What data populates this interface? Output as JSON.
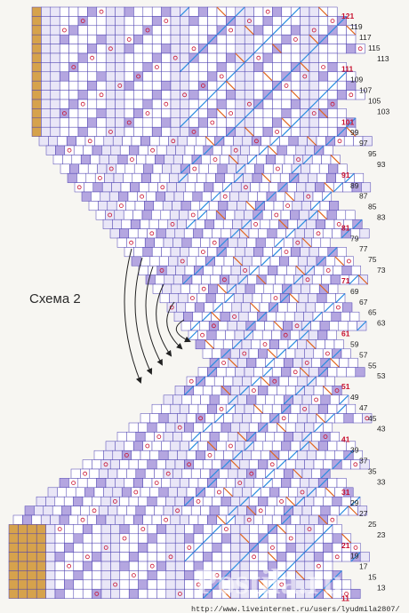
{
  "schema_label": "Схема 2",
  "row_numbers": [
    121,
    119,
    117,
    115,
    113,
    111,
    109,
    107,
    105,
    103,
    101,
    99,
    97,
    95,
    93,
    91,
    89,
    87,
    85,
    83,
    81,
    79,
    77,
    75,
    73,
    71,
    69,
    67,
    65,
    63,
    61,
    59,
    57,
    55,
    53,
    51,
    49,
    47,
    45,
    43,
    41,
    39,
    37,
    35,
    33,
    31,
    29,
    27,
    25,
    23,
    21,
    19,
    17,
    15,
    13,
    11
  ],
  "highlighted_rows": [
    121,
    111,
    101,
    91,
    81,
    71,
    61,
    51,
    41,
    31,
    21,
    11
  ],
  "watermark": {
    "logo": "Postila.ru",
    "url": "http://www.liveinternet.ru/users/lyudmila2807/"
  },
  "colors": {
    "background": "#f7f6f2",
    "grid_line": "#4a3fb0",
    "purple_fill": "#b4a6e0",
    "light_fill": "#e9e6f7",
    "blue_diag": "#2a8de0",
    "orange_diag": "#e0651e",
    "gold_fill": "#d6a24c",
    "red_number": "#c8102e",
    "arrow": "#222222"
  }
}
